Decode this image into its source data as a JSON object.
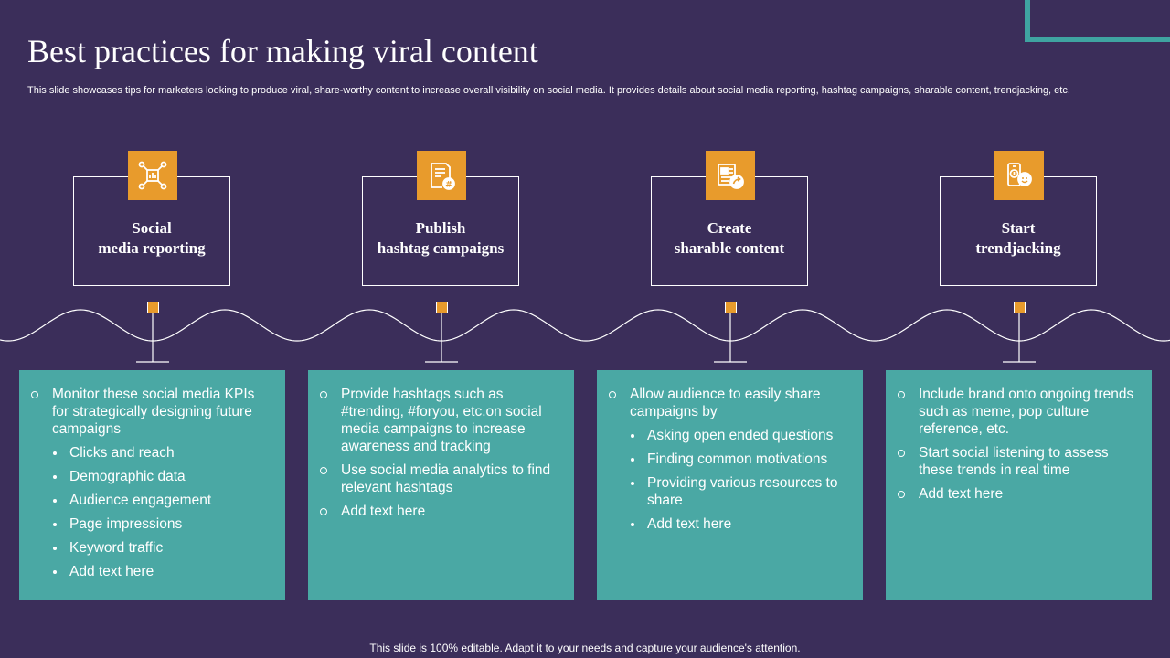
{
  "slide": {
    "title": "Best practices for making viral content",
    "subtitle": "This slide showcases tips for marketers looking to produce viral, share-worthy content to increase overall visibility on social media. It provides details about social media reporting, hashtag campaigns, sharable content, trendjacking, etc.",
    "footer": "This slide is 100% editable. Adapt it to your needs and capture your audience's attention."
  },
  "colors": {
    "background": "#3b2e5a",
    "accent_orange": "#e89b2c",
    "card_teal": "#4aa8a4",
    "corner_teal": "#3fa4a1"
  },
  "steps": [
    {
      "icon": "analytics-network-icon",
      "heading_line1": "Social",
      "heading_line2": "media reporting",
      "points": [
        {
          "text": "Monitor these social media KPIs for strategically designing future campaigns",
          "subpoints": [
            "Clicks and reach",
            "Demographic data",
            "Audience engagement",
            "Page impressions",
            "Keyword traffic",
            "Add text here"
          ]
        }
      ]
    },
    {
      "icon": "hashtag-document-icon",
      "heading_line1": "Publish",
      "heading_line2": "hashtag campaigns",
      "points": [
        {
          "text": "Provide hashtags such as #trending, #foryou, etc.on social media campaigns to increase awareness and tracking"
        },
        {
          "text": "Use social media analytics to find relevant hashtags"
        },
        {
          "text": "Add text here"
        }
      ]
    },
    {
      "icon": "share-content-icon",
      "heading_line1": "Create",
      "heading_line2": "sharable content",
      "points": [
        {
          "text": "Allow audience to easily share campaigns by",
          "subpoints": [
            "Asking open ended questions",
            "Finding common motivations",
            "Providing various resources to share",
            "Add text here"
          ]
        }
      ]
    },
    {
      "icon": "trending-phone-icon",
      "heading_line1": "Start",
      "heading_line2": "trendjacking",
      "points": [
        {
          "text": "Include brand onto ongoing trends such as meme, pop culture reference, etc."
        },
        {
          "text": "Start social listening to assess these trends in real time"
        },
        {
          "text": "Add text here"
        }
      ]
    }
  ]
}
